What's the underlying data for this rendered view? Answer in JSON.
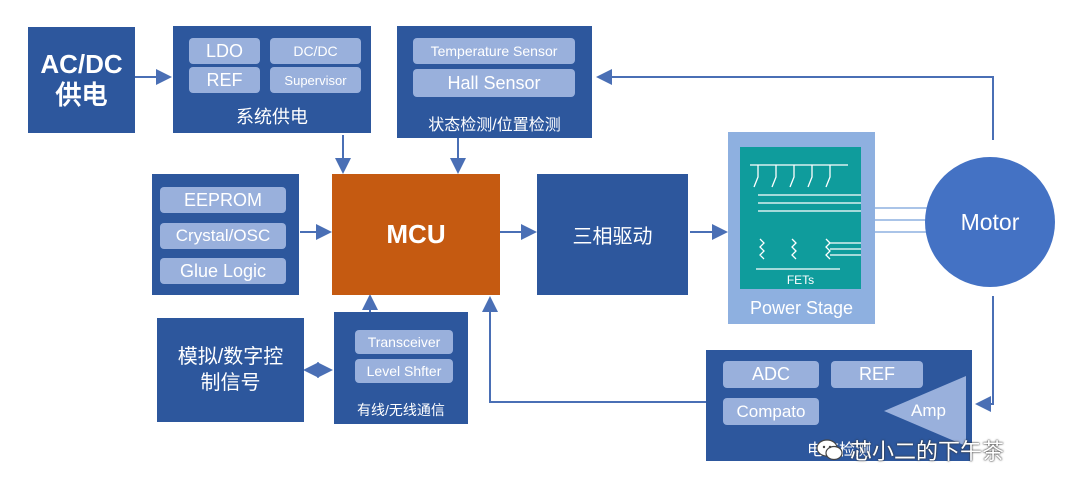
{
  "acdc": {
    "label": "AC/DC\n供电"
  },
  "power": {
    "items": [
      "LDO",
      "DC/DC",
      "REF",
      "Supervisor"
    ],
    "caption": "系统供电"
  },
  "sensor": {
    "items": [
      "Temperature Sensor",
      "Hall Sensor"
    ],
    "caption": "状态检测/位置检测"
  },
  "memory": {
    "items": [
      "EEPROM",
      "Crystal/OSC",
      "Glue Logic"
    ]
  },
  "mcu": {
    "label": "MCU"
  },
  "driver": {
    "label": "三相驱动"
  },
  "power_stage": {
    "fets_label": "FETs",
    "caption": "Power Stage"
  },
  "motor": {
    "label": "Motor"
  },
  "analog": {
    "label": "模拟/数字控\n制信号"
  },
  "comm": {
    "items": [
      "Transceiver",
      "Level Shfter"
    ],
    "caption": "有线/无线通信"
  },
  "current": {
    "items": [
      "ADC",
      "REF",
      "Compato"
    ],
    "amp_label": "Amp",
    "caption": "电流检测"
  },
  "watermark": {
    "text": "芯小二的下午茶"
  },
  "colors": {
    "block": "#2d579d",
    "sub": "#99b0dc",
    "mcu": "#c55a11",
    "stage_outer": "#8eb0e0",
    "stage_inner": "#0f9c9c",
    "motor": "#4472c4",
    "arrow": "#4a6fb5"
  }
}
